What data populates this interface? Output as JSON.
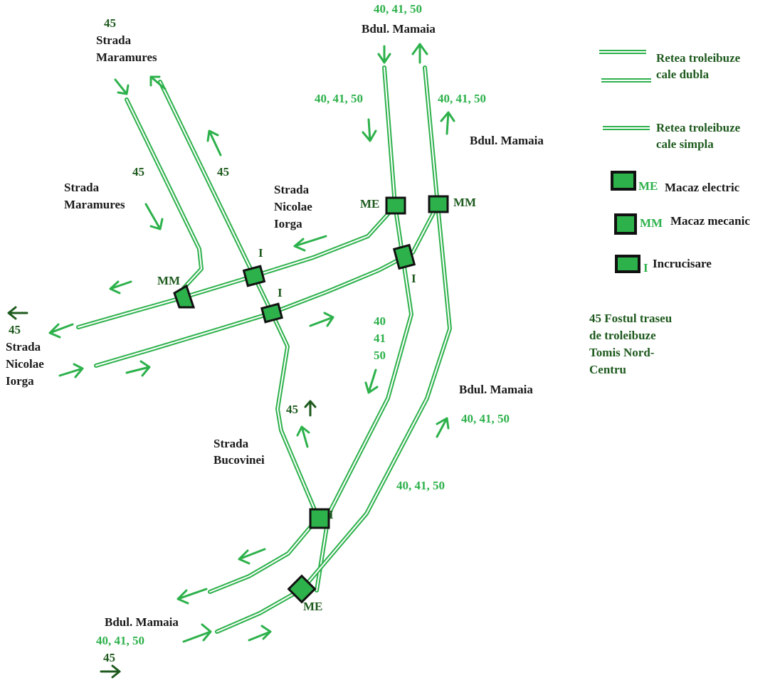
{
  "streets": {
    "mamaia_top": "Bdul. Mamaia",
    "mamaia_right_upper": "Bdul. Mamaia",
    "mamaia_right_lower": "Bdul. Mamaia",
    "mamaia_bottom": "Bdul. Mamaia",
    "maramures_top": [
      "Strada",
      "Maramures"
    ],
    "maramures_mid": [
      "Strada",
      "Maramures"
    ],
    "nicolae_center": [
      "Strada",
      "Nicolae",
      "Iorga"
    ],
    "nicolae_left": [
      "Strada",
      "Nicolae",
      "Iorga"
    ],
    "bucovinei": [
      "Strada",
      "Bucovinei"
    ]
  },
  "routes": {
    "top": "40, 41, 50",
    "left_upper": "40, 41, 50",
    "right_upper": "40, 41, 50",
    "vertical": [
      "40",
      "41",
      "50"
    ],
    "right_lower": "40, 41, 50",
    "diag_lower": "40, 41, 50",
    "bottom": "40, 41, 50",
    "r45_top": "45",
    "r45_a": "45",
    "r45_b": "45",
    "r45_left": "45",
    "r45_bucovinei": "45",
    "r45_bottom": "45"
  },
  "switch_tags": {
    "me_top": "ME",
    "mm_top": "MM",
    "mm_left": "MM",
    "i_a": "I",
    "i_b": "I",
    "i_c": "I",
    "i_d": "I",
    "me_bottom": "ME"
  },
  "legend": {
    "double_track": [
      "Retea troleibuze",
      "cale dubla"
    ],
    "single_track": [
      "Retea troleibuze",
      "cale simpla"
    ],
    "electric_switch_code": "ME",
    "electric_switch": "Macaz electric",
    "mechanical_switch_code": "MM",
    "mechanical_switch": "Macaz mecanic",
    "crossing_code": "I",
    "crossing": "Incrucisare",
    "former_route": [
      "45 Fostul traseu",
      "de troleibuze",
      "Tomis Nord-",
      "Centru"
    ]
  },
  "colors": {
    "track": "#2db14b",
    "dark_green": "#1e5a1e",
    "switch_fill": "#2db14b",
    "switch_border": "#111111"
  }
}
